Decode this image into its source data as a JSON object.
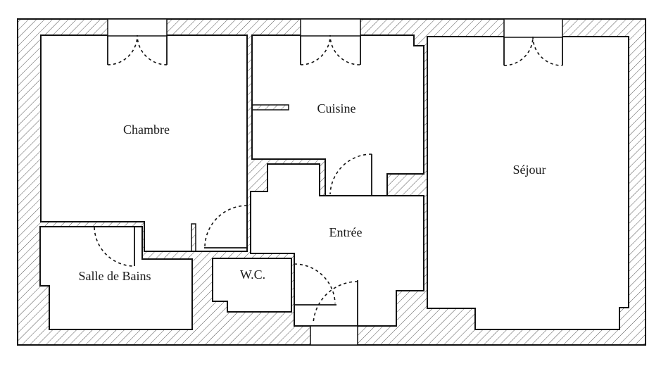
{
  "plan": {
    "rooms": {
      "chambre": "Chambre",
      "cuisine": "Cuisine",
      "sejour": "Séjour",
      "entree": "Entrée",
      "wc": "W.C.",
      "salle_de_bains": "Salle de Bains"
    },
    "colors": {
      "wall_line": "#111111",
      "hatch": "#555555",
      "floor": "#ffffff"
    }
  }
}
